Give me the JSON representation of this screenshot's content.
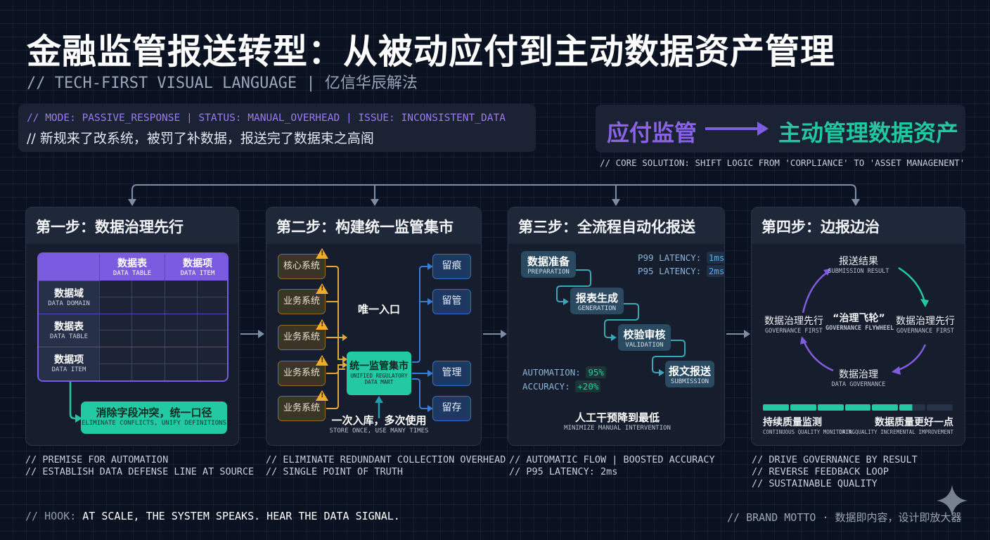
{
  "header": {
    "title": "金融监管报送转型：从被动应付到主动数据资产管理",
    "subtitle": "// TECH-FIRST VISUAL LANGUAGE | 亿信华辰解法"
  },
  "problem": {
    "status_line": "// MODE: PASSIVE_RESPONSE | STATUS: MANUAL_OVERHEAD | ISSUE: INCONSISTENT_DATA",
    "description": "// 新规来了改系统，被罚了补数据，报送完了数据束之高阁"
  },
  "solution": {
    "from": "应付监管",
    "to": "主动管理数据资产",
    "core": "// CORE SOLUTION: SHIFT LOGIC FROM 'CORPLIANCE' TO 'ASSET MANAGENENT'"
  },
  "colors": {
    "purple": "#7b5ce0",
    "teal": "#22c9a2",
    "amber": "#f0ad2a",
    "blue": "#3a6bc0"
  },
  "steps": [
    {
      "title": "第一步：数据治理先行",
      "table": {
        "columns": [
          {
            "zh": "数据表",
            "en": "DATA TABLE"
          },
          {
            "zh": "数据项",
            "en": "DATA ITEM"
          }
        ],
        "rows": [
          {
            "zh": "数据域",
            "en": "DATA DOMAIN"
          },
          {
            "zh": "数据表",
            "en": "DATA TABLE"
          },
          {
            "zh": "数据项",
            "en": "DATA ITEM"
          }
        ]
      },
      "result": {
        "zh": "消除字段冲突，统一口径",
        "en": "ELIMINATE CONFLICTS, UNIFY DEFINITIONS"
      },
      "notes": [
        "// PREMISE FOR AUTOMATION",
        "// ESTABLISH DATA DEFENSE LINE AT SOURCE"
      ]
    },
    {
      "title": "第二步：构建统一监管集市",
      "sources": [
        "核心系统",
        "业务系统",
        "业务系统",
        "业务系统",
        "业务系统"
      ],
      "entry_label": "唯一入口",
      "mart": {
        "zh": "统一监管集市",
        "en": "UNIFIED REGULATORY DATA MART"
      },
      "outputs": [
        "留痕",
        "留管",
        "管理",
        "留存"
      ],
      "caption": {
        "zh": "一次入库，多次使用",
        "en": "STORE ONCE, USE MANY TIMES"
      },
      "notes": [
        "// ELIMINATE REDUNDANT COLLECTION OVERHEAD",
        "// SINGLE POINT OF TRUTH"
      ]
    },
    {
      "title": "第三步：全流程自动化报送",
      "flow": [
        {
          "zh": "数据准备",
          "en": "PREPARATION"
        },
        {
          "zh": "报表生成",
          "en": "GENERATION"
        },
        {
          "zh": "校验审核",
          "en": "VALIDATION"
        },
        {
          "zh": "报文报送",
          "en": "SUBMISSION"
        }
      ],
      "latency": [
        {
          "label": "P99 LATENCY:",
          "value": "1ms"
        },
        {
          "label": "P95 LATENCY:",
          "value": "2ms"
        }
      ],
      "metrics": [
        {
          "label": "AUTOMATION:",
          "value": "95%"
        },
        {
          "label": "ACCURACY:",
          "value": "+20%"
        }
      ],
      "caption": {
        "zh": "人工干预降到最低",
        "en": "MINIMIZE MANUAL INTERVENTION"
      },
      "notes": [
        "// AUTOMATIC FLOW | BOOSTED ACCURACY",
        "// P95 LATENCY: 2ms"
      ]
    },
    {
      "title": "第四步：边报边治",
      "cycle": {
        "top": {
          "zh": "报送结果",
          "en": "SUBMISSION RESULT"
        },
        "left": {
          "zh": "数据治理先行",
          "en": "GOVERNANCE FIRST"
        },
        "right": {
          "zh": "数据治理先行",
          "en": "GOVERNANCE FIRST"
        },
        "bottom": {
          "zh": "数据治理",
          "en": "DATA GOVERNANCE"
        },
        "center": {
          "zh": "“治理飞轮”",
          "en": "GOVERNANCE FLYWHEEL"
        }
      },
      "progress": {
        "filled_segments": 5.5,
        "total_segments": 7
      },
      "progress_left": {
        "zh": "持续质量监测",
        "en": "CONTINUOUS QUALITY MONITORING"
      },
      "progress_right": {
        "zh": "数据质量更好一点",
        "en": "DATA QUALITY INCREMENTAL IMPROVEMENT"
      },
      "notes": [
        "// DRIVE GOVERNANCE BY RESULT",
        "// REVERSE FEEDBACK LOOP",
        "// SUSTAINABLE QUALITY"
      ]
    }
  ],
  "footer": {
    "hook_prefix": "// HOOK:",
    "hook_text": " AT SCALE, THE SYSTEM SPEAKS. HEAR THE DATA SIGNAL.",
    "motto": "// BRAND MOTTO · 数据即内容，设计即放大器"
  }
}
